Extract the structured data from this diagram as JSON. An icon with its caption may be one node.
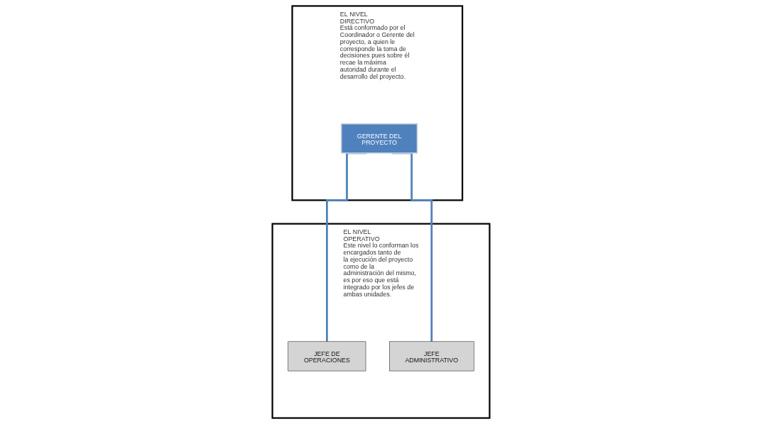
{
  "diagram": {
    "nodes": [
      {
        "text": [
          "EL NIVEL DIRECTIVO",
          "Está conformado por el Coordinador o Gerente del proyecto, a quien le corresponde la toma de decisiones pues sobre él recae la máxima autoridad durante el desarrollo del proyecto."
        ]
      },
      {
        "text": [
          "GERENTE DEL PROYECTO"
        ],
        "in": 0
      },
      {
        "text": [
          "EL NIVEL OPERATIVO",
          "Este nivel lo conforman los encargados tanto de la ejecución del proyecto como de la administración del mismo, es por eso que está integrado por los jefes de ambas unidades."
        ]
      },
      {
        "text": [
          "JEFE DE OPERACIONES"
        ],
        "in": 2
      },
      {
        "text": [
          "JEFE ADMINISTRATIVO"
        ],
        "in": 2
      }
    ],
    "edges": [
      {
        "from": 1,
        "to": 3,
        "arrow": "none"
      },
      {
        "from": 1,
        "to": 4,
        "arrow": "none"
      }
    ]
  }
}
